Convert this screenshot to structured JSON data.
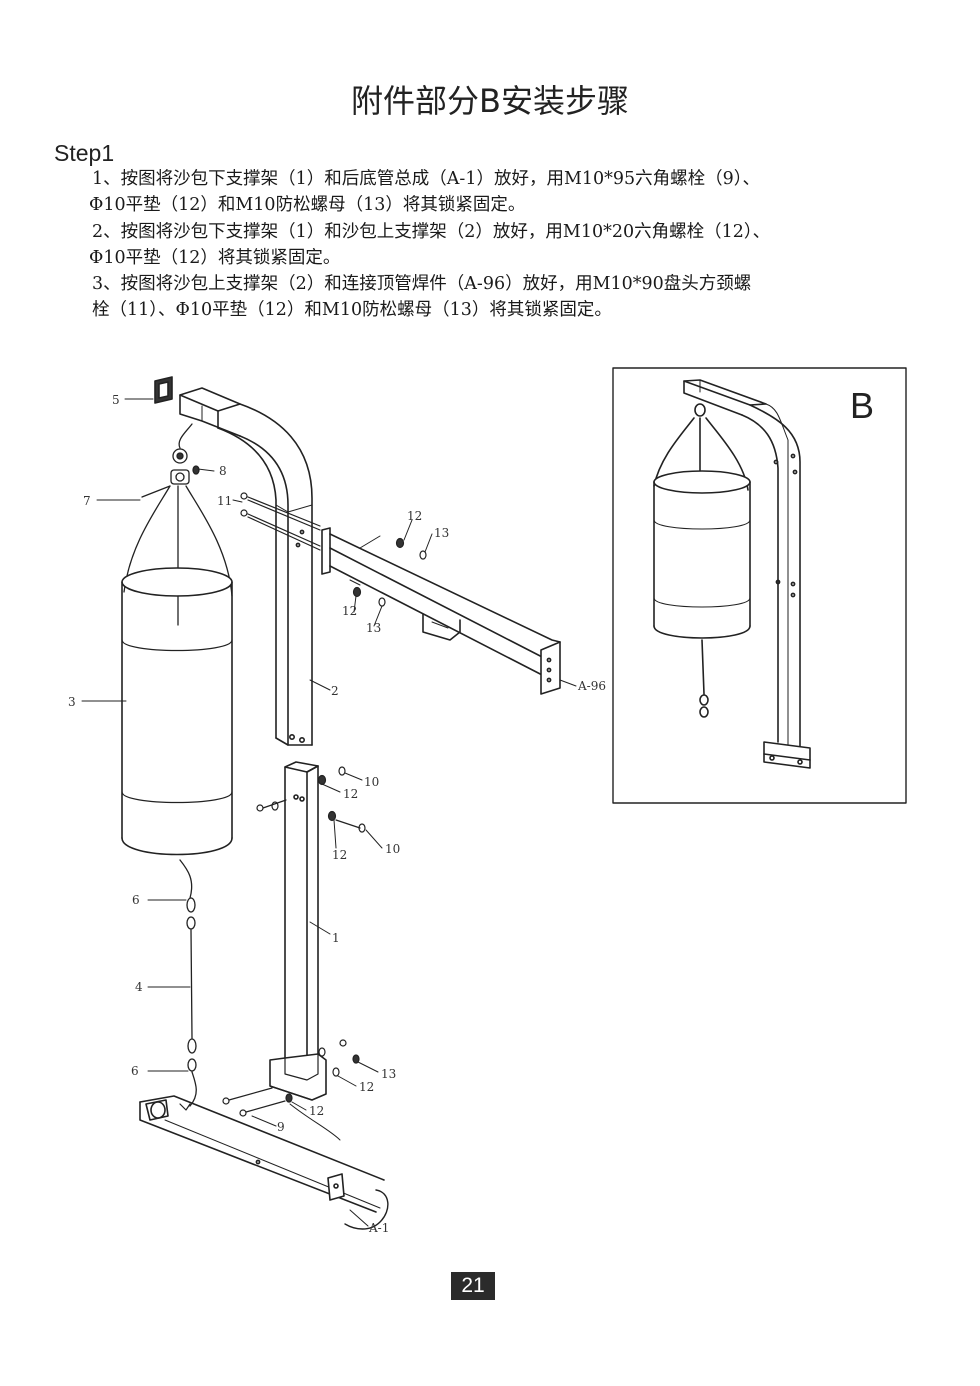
{
  "title": "附件部分B安装步骤",
  "step_label": "Step1",
  "instructions": [
    "1、按图将沙包下支撑架（1）和后底管总成（A-1）放好，用M10*95六角螺栓（9）、",
    "Φ10平垫（12）和M10防松螺母（13）将其锁紧固定。",
    "2、按图将沙包下支撑架（1）和沙包上支撑架（2）放好，用M10*20六角螺栓（12）、",
    "Φ10平垫（12）将其锁紧固定。",
    "3、按图将沙包上支撑架（2）和连接顶管焊件（A-96）放好，用M10*90盘头方颈螺",
    "栓（11）、Φ10平垫（12）和M10防松螺母（13）将其锁紧固定。"
  ],
  "callouts": {
    "c5": "5",
    "c8": "8",
    "c7": "7",
    "c11": "11",
    "c12a": "12",
    "c13a": "13",
    "c12b": "12",
    "c13b": "13",
    "ca96": "A-96",
    "c2": "2",
    "c3": "3",
    "c10a": "10",
    "c12c": "12",
    "c10b": "10",
    "c12d": "12",
    "c1": "1",
    "c6a": "6",
    "c4": "4",
    "c6b": "6",
    "c13c": "13",
    "c12e": "12",
    "c12f": "12",
    "c9": "9",
    "ca1": "A-1"
  },
  "inset_label": "B",
  "page_number": "21"
}
